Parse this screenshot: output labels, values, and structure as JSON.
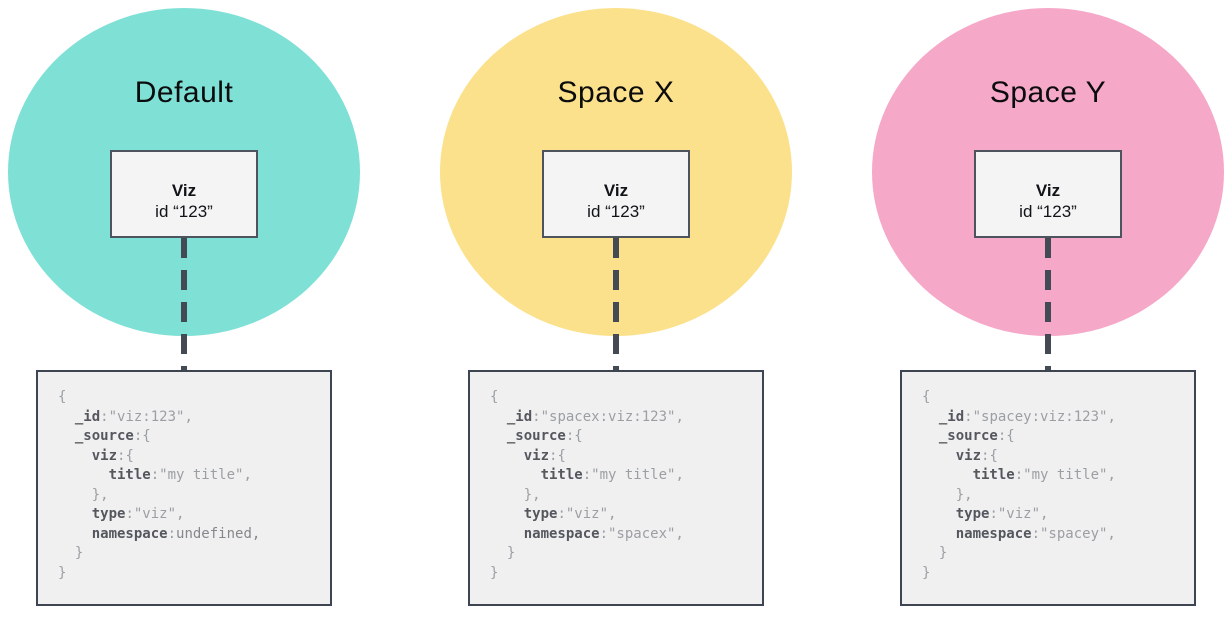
{
  "colors": {
    "default_circle": "#7fe0d6",
    "spacex_circle": "#fbe18b",
    "spacey_circle": "#f5a8c8",
    "connector": "#434a54"
  },
  "columns": [
    {
      "id": "default",
      "circle_label": "Default",
      "circle_color": "#7fe0d6",
      "viz_label": "Viz",
      "viz_id": "id “123”",
      "code": [
        [
          {
            "t": "p",
            "s": "{"
          }
        ],
        [
          {
            "t": "p",
            "s": "  "
          },
          {
            "t": "k",
            "s": "_id"
          },
          {
            "t": "p",
            "s": ":\"viz:123\","
          }
        ],
        [
          {
            "t": "p",
            "s": "  "
          },
          {
            "t": "k",
            "s": "_source"
          },
          {
            "t": "p",
            "s": ":{"
          }
        ],
        [
          {
            "t": "p",
            "s": "    "
          },
          {
            "t": "k",
            "s": "viz"
          },
          {
            "t": "p",
            "s": ":{"
          }
        ],
        [
          {
            "t": "p",
            "s": "      "
          },
          {
            "t": "k",
            "s": "title"
          },
          {
            "t": "p",
            "s": ":\"my title\","
          }
        ],
        [
          {
            "t": "p",
            "s": "    },"
          }
        ],
        [
          {
            "t": "p",
            "s": "    "
          },
          {
            "t": "k",
            "s": "type"
          },
          {
            "t": "p",
            "s": ":\"viz\","
          }
        ],
        [
          {
            "t": "p",
            "s": "    "
          },
          {
            "t": "k",
            "s": "namespace"
          },
          {
            "t": "p",
            "s": ":"
          },
          {
            "t": "u",
            "s": "undefined,"
          }
        ],
        [
          {
            "t": "p",
            "s": "  }"
          }
        ],
        [
          {
            "t": "p",
            "s": "}"
          }
        ]
      ]
    },
    {
      "id": "spacex",
      "circle_label": "Space X",
      "circle_color": "#fbe18b",
      "viz_label": "Viz",
      "viz_id": "id “123”",
      "code": [
        [
          {
            "t": "p",
            "s": "{"
          }
        ],
        [
          {
            "t": "p",
            "s": "  "
          },
          {
            "t": "k",
            "s": "_id"
          },
          {
            "t": "p",
            "s": ":\"spacex:viz:123\","
          }
        ],
        [
          {
            "t": "p",
            "s": "  "
          },
          {
            "t": "k",
            "s": "_source"
          },
          {
            "t": "p",
            "s": ":{"
          }
        ],
        [
          {
            "t": "p",
            "s": "    "
          },
          {
            "t": "k",
            "s": "viz"
          },
          {
            "t": "p",
            "s": ":{"
          }
        ],
        [
          {
            "t": "p",
            "s": "      "
          },
          {
            "t": "k",
            "s": "title"
          },
          {
            "t": "p",
            "s": ":\"my title\","
          }
        ],
        [
          {
            "t": "p",
            "s": "    },"
          }
        ],
        [
          {
            "t": "p",
            "s": "    "
          },
          {
            "t": "k",
            "s": "type"
          },
          {
            "t": "p",
            "s": ":\"viz\","
          }
        ],
        [
          {
            "t": "p",
            "s": "    "
          },
          {
            "t": "k",
            "s": "namespace"
          },
          {
            "t": "p",
            "s": ":\"spacex\","
          }
        ],
        [
          {
            "t": "p",
            "s": "  }"
          }
        ],
        [
          {
            "t": "p",
            "s": "}"
          }
        ]
      ]
    },
    {
      "id": "spacey",
      "circle_label": "Space Y",
      "circle_color": "#f5a8c8",
      "viz_label": "Viz",
      "viz_id": "id “123”",
      "code": [
        [
          {
            "t": "p",
            "s": "{"
          }
        ],
        [
          {
            "t": "p",
            "s": "  "
          },
          {
            "t": "k",
            "s": "_id"
          },
          {
            "t": "p",
            "s": ":\"spacey:viz:123\","
          }
        ],
        [
          {
            "t": "p",
            "s": "  "
          },
          {
            "t": "k",
            "s": "_source"
          },
          {
            "t": "p",
            "s": ":{"
          }
        ],
        [
          {
            "t": "p",
            "s": "    "
          },
          {
            "t": "k",
            "s": "viz"
          },
          {
            "t": "p",
            "s": ":{"
          }
        ],
        [
          {
            "t": "p",
            "s": "      "
          },
          {
            "t": "k",
            "s": "title"
          },
          {
            "t": "p",
            "s": ":\"my title\","
          }
        ],
        [
          {
            "t": "p",
            "s": "    },"
          }
        ],
        [
          {
            "t": "p",
            "s": "    "
          },
          {
            "t": "k",
            "s": "type"
          },
          {
            "t": "p",
            "s": ":\"viz\","
          }
        ],
        [
          {
            "t": "p",
            "s": "    "
          },
          {
            "t": "k",
            "s": "namespace"
          },
          {
            "t": "p",
            "s": ":\"spacey\","
          }
        ],
        [
          {
            "t": "p",
            "s": "  }"
          }
        ],
        [
          {
            "t": "p",
            "s": "}"
          }
        ]
      ]
    }
  ]
}
